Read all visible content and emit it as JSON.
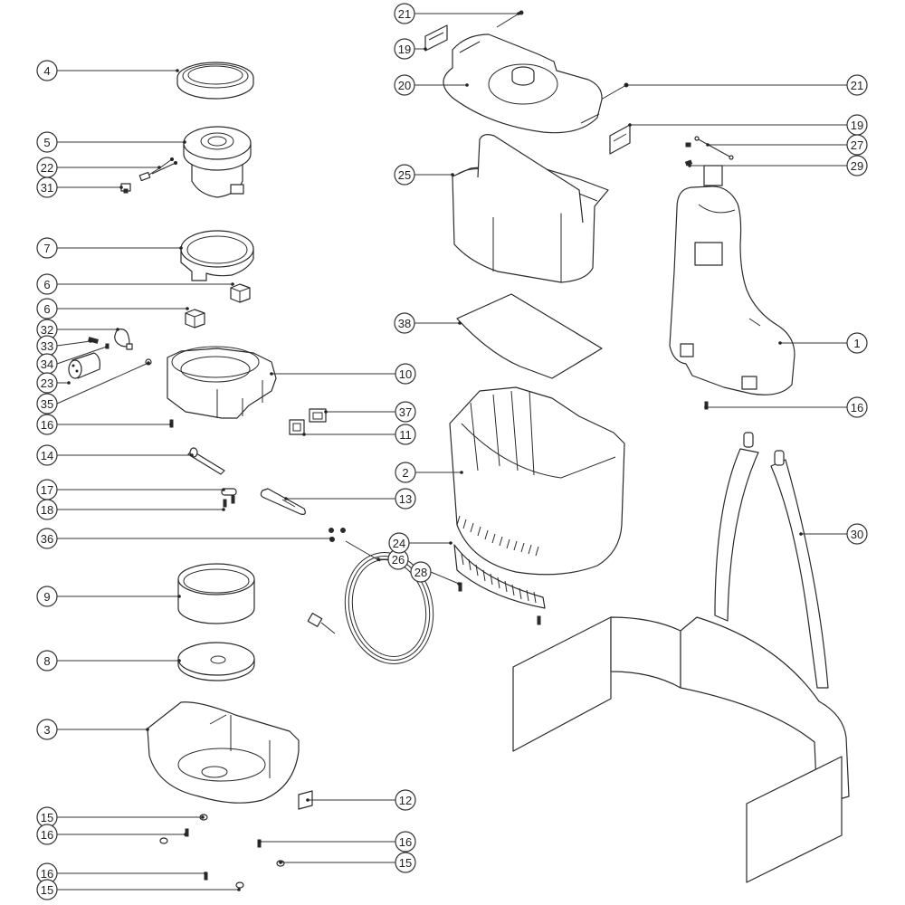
{
  "diagram": {
    "type": "exploded parts diagram",
    "subject": "backpack vacuum cleaner",
    "callouts": [
      {
        "id": "c4",
        "label": "4",
        "part": "motor gasket ring"
      },
      {
        "id": "c5",
        "label": "5",
        "part": "motor"
      },
      {
        "id": "c22",
        "label": "22",
        "part": "motor wire lead"
      },
      {
        "id": "c31",
        "label": "31",
        "part": "wire clip"
      },
      {
        "id": "c7",
        "label": "7",
        "part": "motor housing ring"
      },
      {
        "id": "c6a",
        "label": "6",
        "part": "foam block"
      },
      {
        "id": "c6b",
        "label": "6",
        "part": "foam block"
      },
      {
        "id": "c32",
        "label": "32",
        "part": "capacitor clamp"
      },
      {
        "id": "c33",
        "label": "33",
        "part": "screw"
      },
      {
        "id": "c34",
        "label": "34",
        "part": "screw"
      },
      {
        "id": "c23",
        "label": "23",
        "part": "capacitor"
      },
      {
        "id": "c35",
        "label": "35",
        "part": "nut"
      },
      {
        "id": "c10",
        "label": "10",
        "part": "motor mount"
      },
      {
        "id": "c16a",
        "label": "16",
        "part": "screw"
      },
      {
        "id": "c37",
        "label": "37",
        "part": "switch"
      },
      {
        "id": "c11",
        "label": "11",
        "part": "switch housing"
      },
      {
        "id": "c14",
        "label": "14",
        "part": "pin"
      },
      {
        "id": "c17",
        "label": "17",
        "part": "cord strain relief"
      },
      {
        "id": "c18",
        "label": "18",
        "part": "screw"
      },
      {
        "id": "c13",
        "label": "13",
        "part": "cord hook"
      },
      {
        "id": "c36",
        "label": "36",
        "part": "nut"
      },
      {
        "id": "c26",
        "label": "26",
        "part": "power cord"
      },
      {
        "id": "c24",
        "label": "24",
        "part": "exhaust grille"
      },
      {
        "id": "c28",
        "label": "28",
        "part": "screw"
      },
      {
        "id": "c9",
        "label": "9",
        "part": "filter ring"
      },
      {
        "id": "c8",
        "label": "8",
        "part": "filter disc"
      },
      {
        "id": "c3",
        "label": "3",
        "part": "base housing"
      },
      {
        "id": "c12",
        "label": "12",
        "part": "label plate"
      },
      {
        "id": "c15a",
        "label": "15",
        "part": "foot"
      },
      {
        "id": "c16b",
        "label": "16",
        "part": "screw"
      },
      {
        "id": "c16c",
        "label": "16",
        "part": "screw"
      },
      {
        "id": "c15b",
        "label": "15",
        "part": "foot"
      },
      {
        "id": "c16d",
        "label": "16",
        "part": "screw"
      },
      {
        "id": "c15c",
        "label": "15",
        "part": "foot"
      },
      {
        "id": "c21a",
        "label": "21",
        "part": "hinge pin"
      },
      {
        "id": "c19a",
        "label": "19",
        "part": "latch"
      },
      {
        "id": "c20",
        "label": "20",
        "part": "lid"
      },
      {
        "id": "c21b",
        "label": "21",
        "part": "hinge pin"
      },
      {
        "id": "c19b",
        "label": "19",
        "part": "latch"
      },
      {
        "id": "c27",
        "label": "27",
        "part": "rod"
      },
      {
        "id": "c29",
        "label": "29",
        "part": "screw"
      },
      {
        "id": "c25",
        "label": "25",
        "part": "filter basket"
      },
      {
        "id": "c38",
        "label": "38",
        "part": "filter pad"
      },
      {
        "id": "c2",
        "label": "2",
        "part": "tank"
      },
      {
        "id": "c1",
        "label": "1",
        "part": "back frame"
      },
      {
        "id": "c16e",
        "label": "16",
        "part": "screw"
      },
      {
        "id": "c30",
        "label": "30",
        "part": "harness"
      }
    ]
  }
}
